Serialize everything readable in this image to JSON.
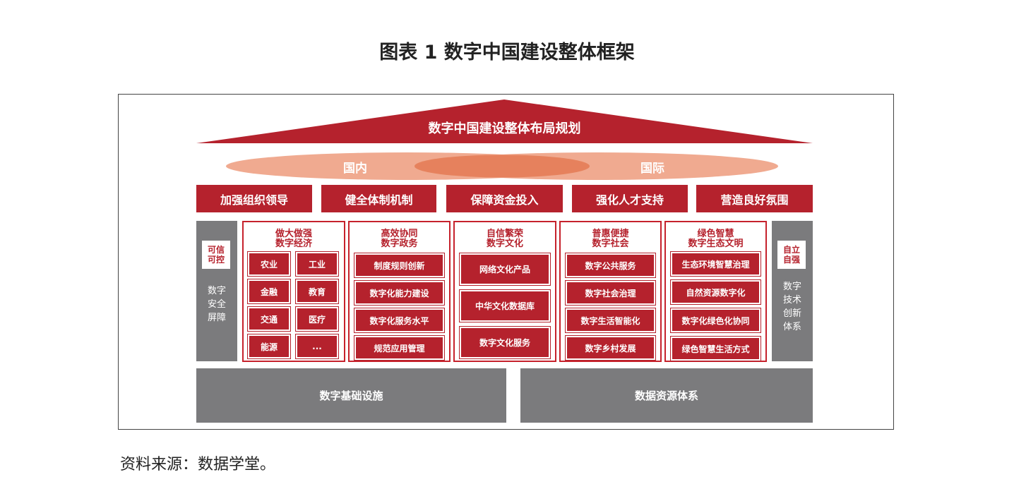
{
  "figure_title": "图表 1  数字中国建设整体框架",
  "roof_title": "数字中国建设整体布局规划",
  "ellipses": {
    "left": "国内",
    "right": "国际"
  },
  "pillars": [
    "加强组织领导",
    "健全体制机制",
    "保障资金投入",
    "强化人才支持",
    "营造良好氛围"
  ],
  "left_side": {
    "badge_line1": "可信",
    "badge_line2": "可控",
    "text_lines": [
      "数字",
      "安全",
      "屏障"
    ]
  },
  "right_side": {
    "badge_line1": "自立",
    "badge_line2": "自强",
    "text_lines": [
      "数字",
      "技术",
      "创新",
      "体系"
    ]
  },
  "columns": [
    {
      "head_line1": "做大做强",
      "head_line2": "数字经济",
      "items": [
        "农业",
        "工业",
        "金融",
        "教育",
        "交通",
        "医疗",
        "能源",
        "..."
      ]
    },
    {
      "head_line1": "高效协同",
      "head_line2": "数字政务",
      "items": [
        "制度规则创新",
        "数字化能力建设",
        "数字化服务水平",
        "规范应用管理"
      ]
    },
    {
      "head_line1": "自信繁荣",
      "head_line2": "数字文化",
      "items": [
        "网络文化产品",
        "中华文化数据库",
        "数字文化服务"
      ]
    },
    {
      "head_line1": "普惠便捷",
      "head_line2": "数字社会",
      "items": [
        "数字公共服务",
        "数字社会治理",
        "数字生活智能化",
        "数字乡村发展"
      ]
    },
    {
      "head_line1": "绿色智慧",
      "head_line2": "数字生态文明",
      "items": [
        "生态环境智慧治理",
        "自然资源数字化",
        "数字化绿色化协同",
        "绿色智慧生活方式"
      ]
    }
  ],
  "foundations": [
    "数字基础设施",
    "数据资源体系"
  ],
  "source": "资料来源：数据学堂。",
  "colors": {
    "red": "#b5222d",
    "grey": "#7b7b7d",
    "salmon": "#eea184"
  }
}
